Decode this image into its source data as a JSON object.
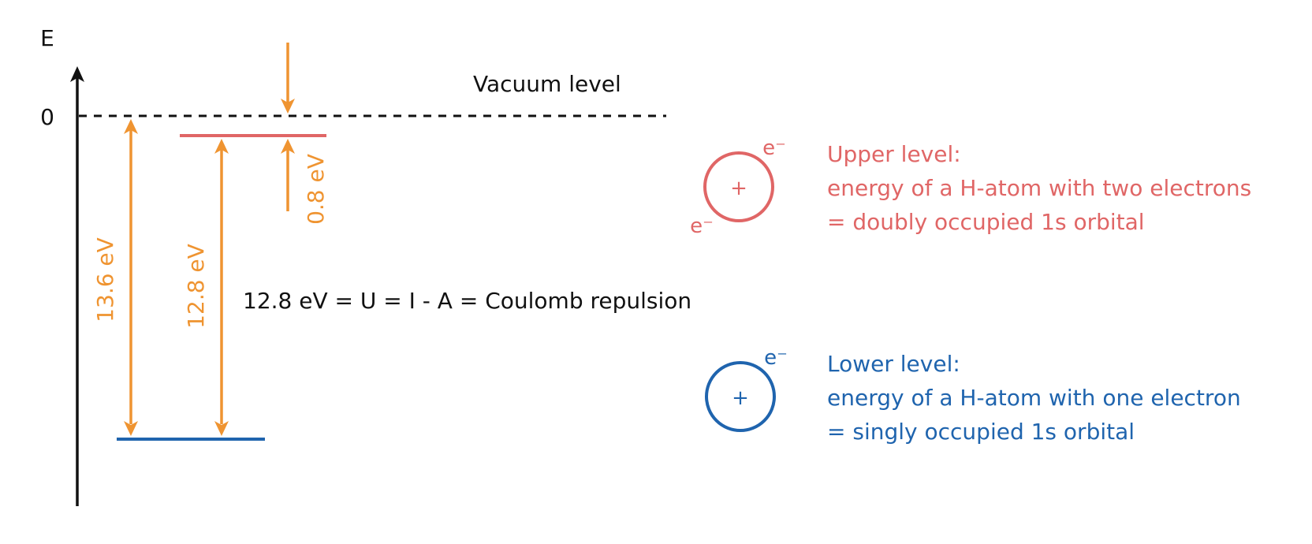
{
  "axis": {
    "energy_label": "E",
    "zero_label": "0"
  },
  "vacuum_level_label": "Vacuum level",
  "transitions": {
    "ionization_label": "13.6 eV",
    "coulomb_label": "12.8 eV",
    "affinity_label": "0.8 eV"
  },
  "equation": "12.8 eV = U = I - A = Coulomb repulsion",
  "upper_level": {
    "title": "Upper level:",
    "line1": "energy of a H-atom with two electrons",
    "line2": "= doubly occupied 1s orbital",
    "nucleus": "+",
    "electron_top": "e⁻",
    "electron_bottom": "e⁻",
    "color": "#e06666"
  },
  "lower_level": {
    "title": "Lower level:",
    "line1": "energy of a H-atom with one electron",
    "line2": "= singly occupied 1s orbital",
    "nucleus": "+",
    "electron": "e⁻",
    "color": "#1f64ae"
  },
  "colors": {
    "arrow": "#ef9431",
    "axis": "#111111"
  }
}
